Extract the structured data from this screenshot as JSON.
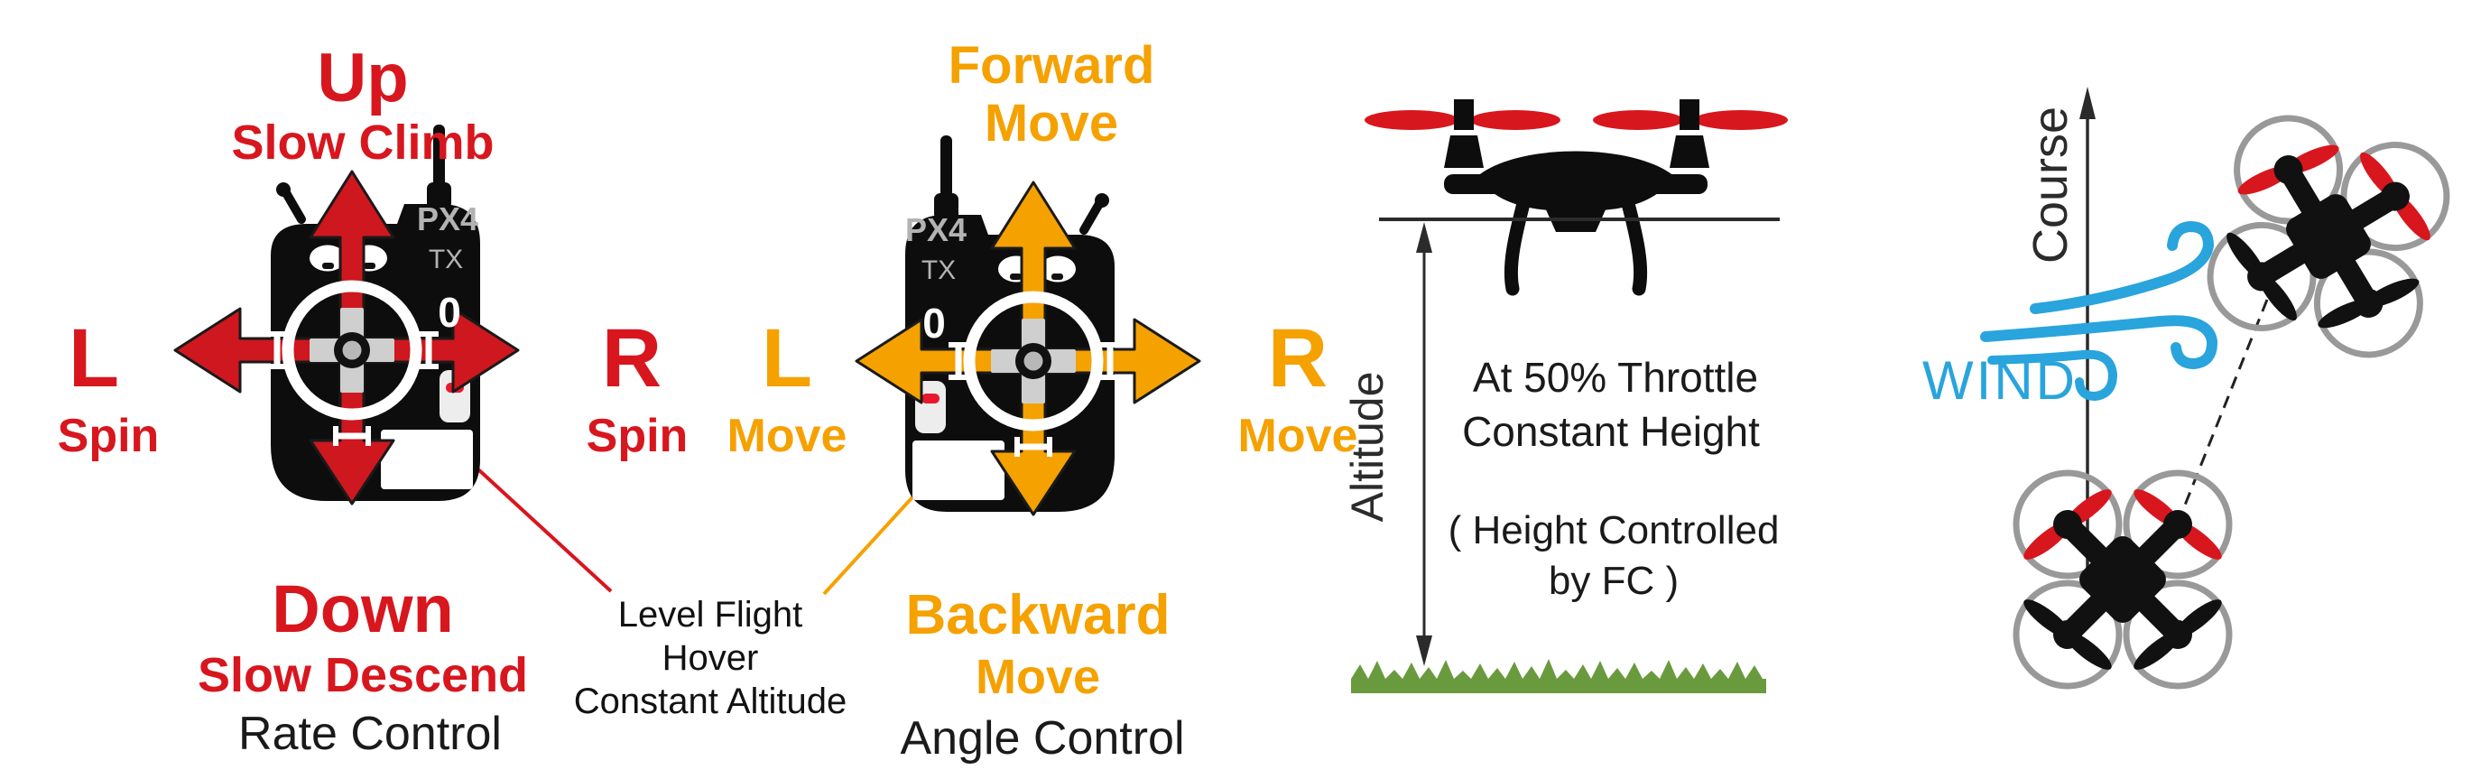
{
  "colors": {
    "red": "#d8161e",
    "orange": "#f5a100",
    "blue": "#29a4dc",
    "dark": "#1a1a1a",
    "guard_gray": "#999999",
    "grass_green": "#6a9a3e",
    "brand_gray": "#b3b3b3"
  },
  "rate_panel": {
    "title_top": "Up",
    "subtitle_top": "Slow Climb",
    "left": "L",
    "left_sub": "Spin",
    "right": "R",
    "right_sub": "Spin",
    "title_bottom": "Down",
    "subtitle_bottom": "Slow Descend",
    "caption": "Rate Control",
    "brand": "PX4",
    "brand_sub": "TX",
    "knob": "0"
  },
  "angle_panel": {
    "title_top": "Forward",
    "subtitle_top": "Move",
    "left": "L",
    "left_sub": "Move",
    "right": "R",
    "right_sub": "Move",
    "title_bottom": "Backward",
    "subtitle_bottom": "Move",
    "caption": "Angle Control",
    "brand": "PX4",
    "brand_sub": "TX",
    "knob": "0"
  },
  "hover_note": {
    "line1": "Level Flight",
    "line2": "Hover",
    "line3": "Constant Altitude"
  },
  "altitude_panel": {
    "axis_label": "Altitude",
    "throttle_line1": "At 50% Throttle",
    "throttle_line2": "Constant Height",
    "fc_line1": "( Height Controlled",
    "fc_line2": "by FC )"
  },
  "course_panel": {
    "axis_label": "Course",
    "wind_label": "WIND"
  }
}
